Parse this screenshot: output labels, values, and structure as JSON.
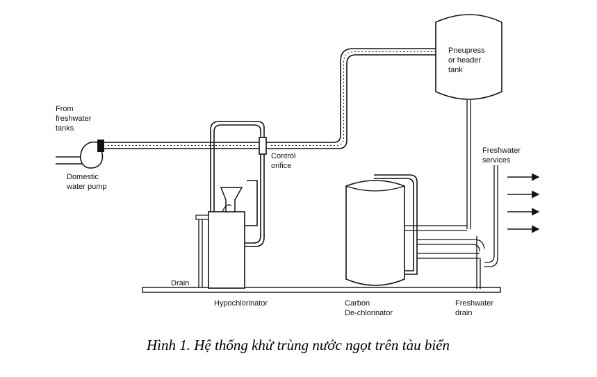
{
  "labels": {
    "from_tanks": [
      "From",
      "freshwater",
      "tanks"
    ],
    "pump": [
      "Domestic",
      "water pump"
    ],
    "control_orifice": [
      "Control",
      "orifice"
    ],
    "header_tank": [
      "Pneupress",
      "or header",
      "tank"
    ],
    "services": [
      "Freshwater",
      "services"
    ],
    "drain": "Drain",
    "hypochlorinator": "Hypochlorinator",
    "dechlorinator": [
      "Carbon",
      "De-chlorinator"
    ],
    "freshwater_drain": [
      "Freshwater",
      "drain"
    ]
  },
  "caption": "Hình 1. Hệ thống khử trùng nước ngọt trên tàu biển"
}
